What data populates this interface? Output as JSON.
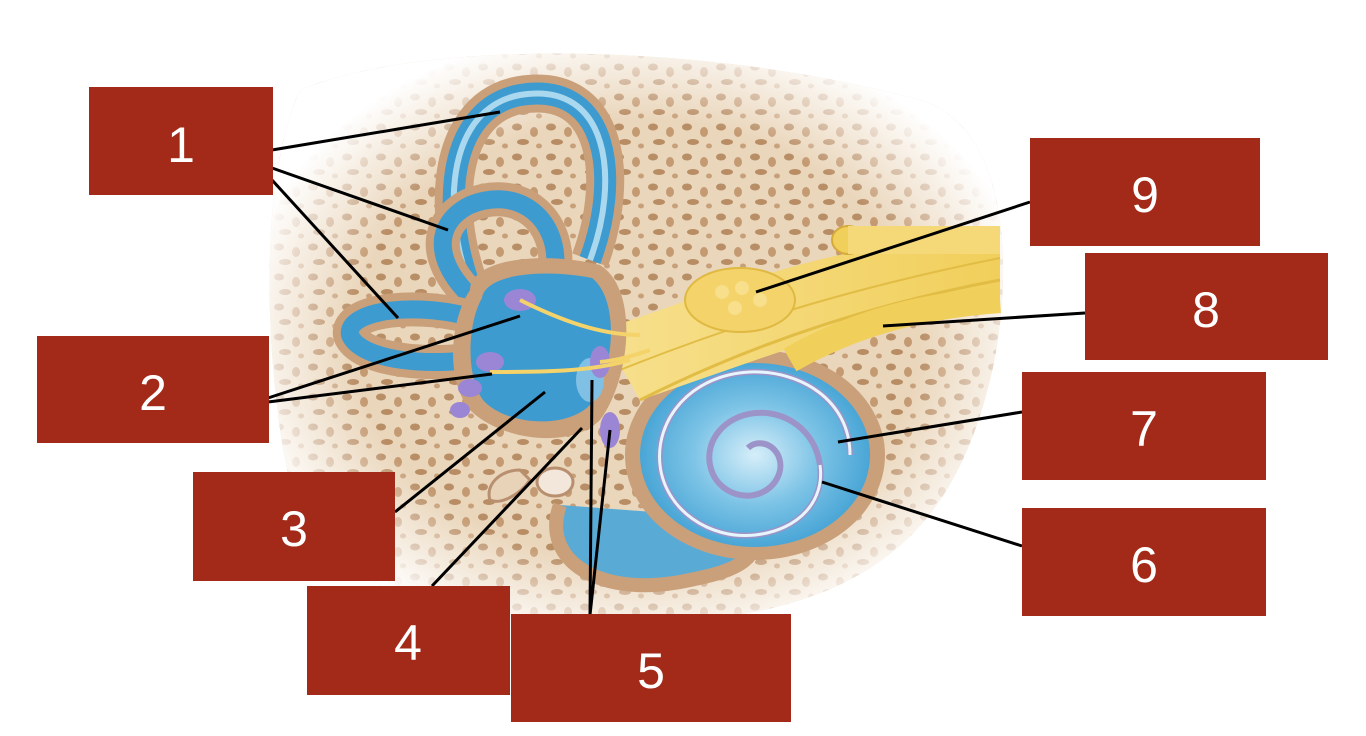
{
  "labels": {
    "l1": "1",
    "l2": "2",
    "l3": "3",
    "l4": "4",
    "l5": "5",
    "l6": "6",
    "l7": "7",
    "l8": "8",
    "l9": "9"
  },
  "colors": {
    "label_box": "#a32a18",
    "bone": "#e8d3b8",
    "membrane_tan": "#c9a07a",
    "fluid_blue": "#3e9bd0",
    "light_blue": "#a9d8ef",
    "nerve_yellow": "#f2d36b",
    "receptor_purple": "#9b86d6",
    "leader_line": "#000000"
  }
}
